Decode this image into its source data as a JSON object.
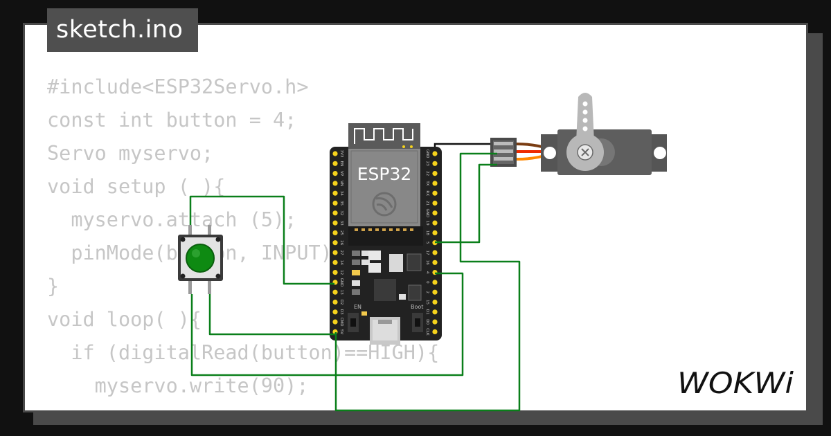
{
  "file_tab": {
    "label": "sketch.ino"
  },
  "code_lines": [
    "#include<ESP32Servo.h>",
    "const int button = 4;",
    "Servo myservo;",
    "void setup ( ){",
    "  myservo.attach (5);",
    "  pinMode(button, INPUT);",
    "}",
    "void loop( ){",
    "  if (digitalRead(button)==HIGH){",
    "    myservo.write(90);",
    "  }"
  ],
  "board": {
    "chip_label": "ESP32",
    "en_label": "EN",
    "boot_label": "Boot",
    "left_pins": [
      "3V3",
      "EN",
      "VP",
      "VN",
      "34",
      "35",
      "32",
      "33",
      "25",
      "26",
      "27",
      "14",
      "12",
      "GND",
      "13",
      "D2",
      "D3",
      "CMD",
      "5V"
    ],
    "right_pins": [
      "GND",
      "23",
      "22",
      "TX",
      "RX",
      "21",
      "GND",
      "19",
      "18",
      "5",
      "17",
      "16",
      "4",
      "0",
      "2",
      "15",
      "D1",
      "D0",
      "CLK"
    ]
  },
  "logo": {
    "label": "WOKWi"
  },
  "colors": {
    "background": "#111111",
    "card": "#ffffff",
    "card_border": "#4a4a4a",
    "tab": "#4f4f4f",
    "code_text": "#c6c6c6",
    "wire_green": "#0a7f1a",
    "board": "#222222",
    "pin_gold": "#f5d21c",
    "button_cap": "#0e8a12",
    "servo_body": "#555555"
  },
  "icons": {
    "espressif": "espressif-logo-icon",
    "wokwi": "wokwi-logo-icon"
  }
}
